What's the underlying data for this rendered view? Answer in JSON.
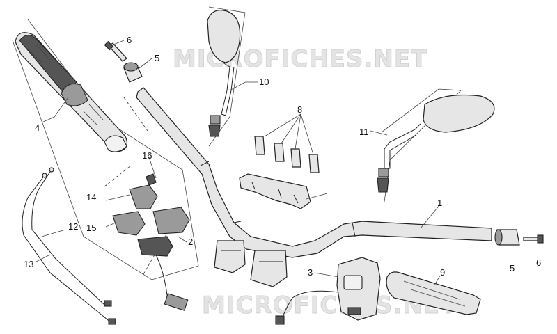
{
  "watermark": {
    "top": "MICROFICHES.NET",
    "bottom": "MICROFICHES.NET"
  },
  "callouts": {
    "c1": "1",
    "c2": "2",
    "c3": "3",
    "c4": "4",
    "c5a": "5",
    "c5b": "5",
    "c6a": "6",
    "c6b": "6",
    "c8": "8",
    "c9": "9",
    "c10": "10",
    "c11": "11",
    "c12": "12",
    "c13": "13",
    "c14": "14",
    "c15": "15",
    "c16": "16"
  }
}
